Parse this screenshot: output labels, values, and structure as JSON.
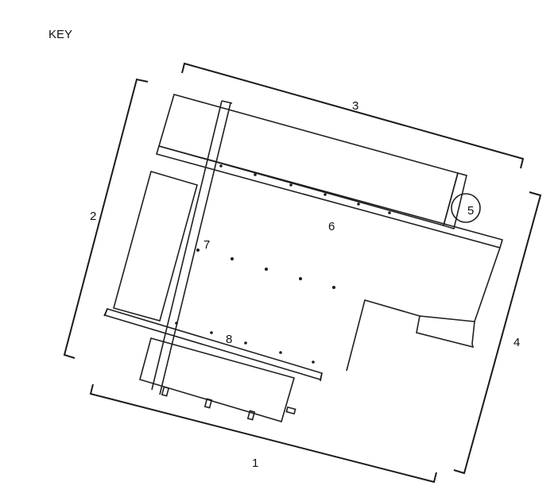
{
  "key_title": "KEY",
  "labels": {
    "l1": "1",
    "l2": "2",
    "l3": "3",
    "l4": "4",
    "l5": "5",
    "l6": "6",
    "l7": "7",
    "l8": "8"
  }
}
